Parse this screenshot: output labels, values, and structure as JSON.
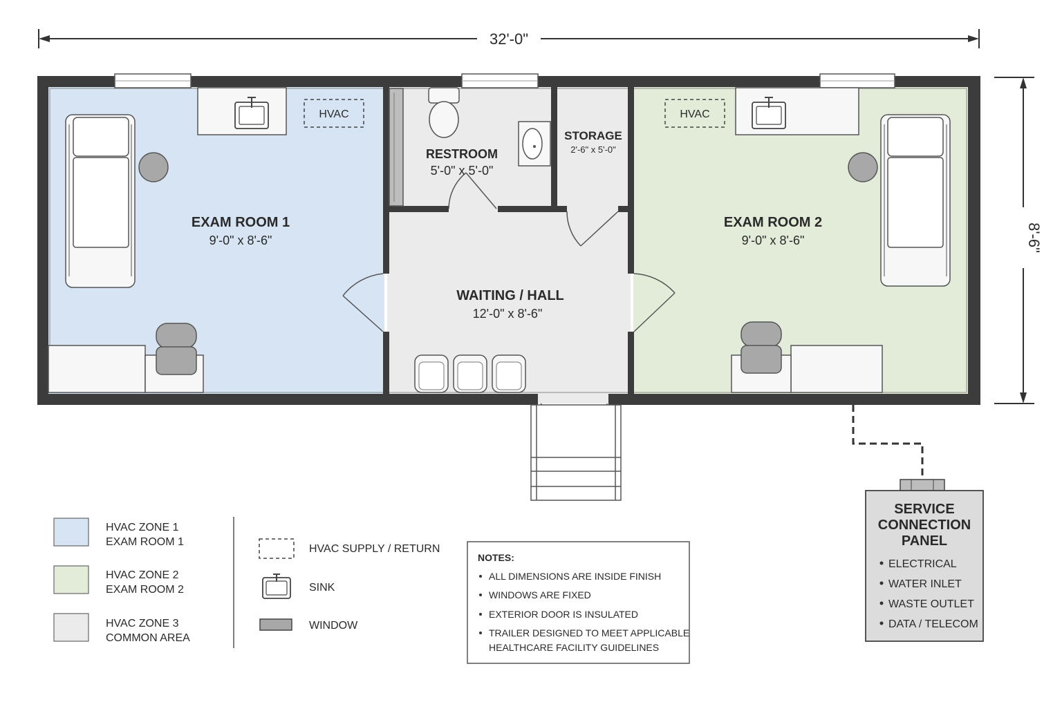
{
  "dimensions": {
    "width": "32'-0\"",
    "height": "8'-6\""
  },
  "rooms": {
    "exam1": {
      "name": "EXAM ROOM 1",
      "size": "9'-0\" x 8'-6\"",
      "hvac_label": "HVAC"
    },
    "exam2": {
      "name": "EXAM ROOM 2",
      "size": "9'-0\" x 8'-6\"",
      "hvac_label": "HVAC"
    },
    "restroom": {
      "name": "RESTROOM",
      "size": "5'-0\" x 5'-0\""
    },
    "storage": {
      "name": "STORAGE",
      "size": "2'-6\" x 5'-0\""
    },
    "waiting": {
      "name": "WAITING / HALL",
      "size": "12'-0\" x 8'-6\""
    }
  },
  "legend": {
    "zones": [
      {
        "line1": "HVAC ZONE 1",
        "line2": "EXAM ROOM 1"
      },
      {
        "line1": "HVAC ZONE 2",
        "line2": "EXAM ROOM 2"
      },
      {
        "line1": "HVAC ZONE 3",
        "line2": "COMMON AREA"
      }
    ],
    "symbols": [
      {
        "label": "HVAC SUPPLY / RETURN",
        "icon": "hvac-dashed-box-icon"
      },
      {
        "label": "SINK",
        "icon": "sink-icon"
      },
      {
        "label": "WINDOW",
        "icon": "window-icon"
      }
    ]
  },
  "notes": {
    "title": "NOTES:",
    "items": [
      "ALL DIMENSIONS ARE INSIDE FINISH",
      "WINDOWS ARE FIXED",
      "EXTERIOR DOOR IS INSULATED",
      "TRAILER DESIGNED TO MEET APPLICABLE",
      "HEALTHCARE FACILITY GUIDELINES"
    ]
  },
  "service_panel": {
    "title_lines": [
      "SERVICE",
      "CONNECTION",
      "PANEL"
    ],
    "items": [
      "ELECTRICAL",
      "WATER INLET",
      "WASTE OUTLET",
      "DATA / TELECOM"
    ]
  },
  "colors": {
    "zone1": "#d6e4f3",
    "zone2": "#e2ecd8",
    "zone3": "#ebebeb",
    "wall": "#3c3c3c",
    "furniture": "#f7f7f7",
    "chair": "#a8a8a8",
    "panel_fill": "#dcdcdc"
  }
}
